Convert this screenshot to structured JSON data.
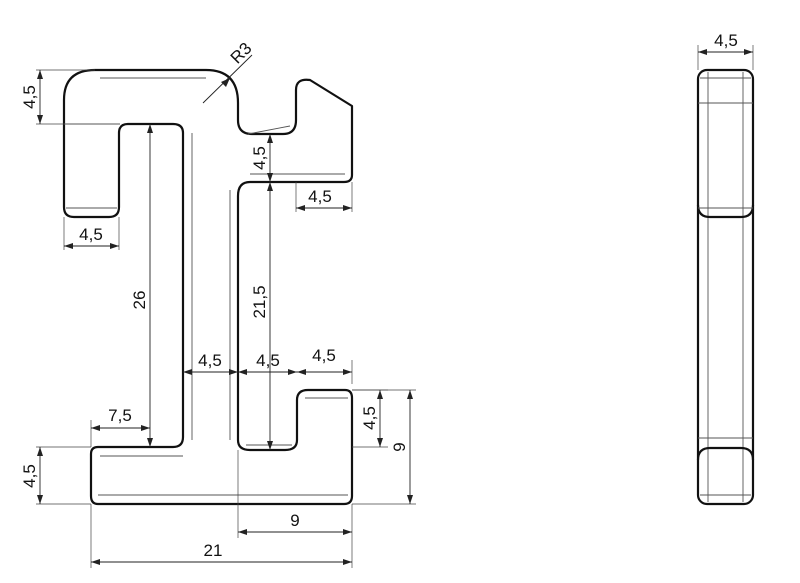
{
  "drawing": {
    "side_view": {
      "top_thickness": "4,5",
      "left_leg_width": "4,5",
      "corner_radius": "R3",
      "inner_height": "26",
      "hook_step": "4,5",
      "hook_width": "4,5",
      "web_gap_left": "4,5",
      "web_gap_right": "4,5",
      "lower_lip_width": "4,5",
      "web_height": "21,5",
      "foot_offset": "7,5",
      "base_thickness": "4,5",
      "lip_height": "4,5",
      "total_right_height": "9",
      "right_base_width": "9",
      "overall_width": "21"
    },
    "front_view": {
      "thickness": "4,5"
    }
  }
}
